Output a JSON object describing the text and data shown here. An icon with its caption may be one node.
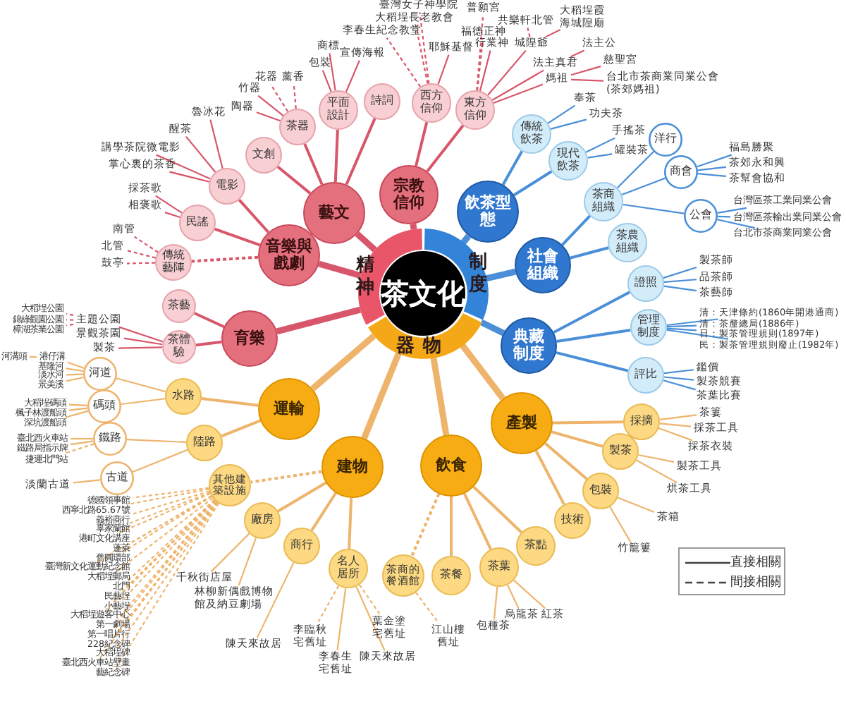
{
  "diagram": {
    "nodes": [
      {
        "text": [
          "茶文化"
        ]
      },
      {
        "text": [
          "精神"
        ]
      },
      {
        "text": [
          "制度"
        ]
      },
      {
        "text": [
          "器物"
        ]
      },
      {
        "text": [
          "藝文"
        ]
      },
      {
        "text": [
          "宗教信仰"
        ]
      },
      {
        "text": [
          "音樂與戲劇"
        ]
      },
      {
        "text": [
          "育樂"
        ]
      },
      {
        "text": [
          "文創"
        ]
      },
      {
        "text": [
          "茶器"
        ]
      },
      {
        "text": [
          "平面設計"
        ]
      },
      {
        "text": [
          "詩詞"
        ]
      },
      {
        "text": [
          "電影"
        ]
      },
      {
        "text": [
          "民謠"
        ]
      },
      {
        "text": [
          "陶器"
        ]
      },
      {
        "text": [
          "竹器"
        ]
      },
      {
        "text": [
          "花器"
        ]
      },
      {
        "text": [
          "薰香"
        ]
      },
      {
        "text": [
          "包裝"
        ]
      },
      {
        "text": [
          "商標"
        ]
      },
      {
        "text": [
          "宣傳海報"
        ]
      },
      {
        "text": [
          "魯冰花"
        ]
      },
      {
        "text": [
          "醒茶"
        ]
      },
      {
        "text": [
          "講學茶院微電影"
        ]
      },
      {
        "text": [
          "掌心裏的茶香"
        ]
      },
      {
        "text": [
          "採茶歌"
        ]
      },
      {
        "text": [
          "相褒歌"
        ]
      },
      {
        "text": [
          "傳統藝陣"
        ]
      },
      {
        "text": [
          "南管"
        ]
      },
      {
        "text": [
          "北管"
        ]
      },
      {
        "text": [
          "鼓亭"
        ]
      },
      {
        "text": [
          "西方信仰"
        ]
      },
      {
        "text": [
          "東方信仰"
        ]
      },
      {
        "text": [
          "臺灣女子神學院"
        ]
      },
      {
        "text": [
          "大稻埕長老教會"
        ]
      },
      {
        "text": [
          "李春生紀念教堂"
        ]
      },
      {
        "text": [
          "耶穌基督"
        ]
      },
      {
        "text": [
          "普願宮"
        ]
      },
      {
        "text": [
          "福德正神"
        ]
      },
      {
        "text": [
          "行業神"
        ]
      },
      {
        "text": [
          "城隍爺"
        ]
      },
      {
        "text": [
          "共樂軒北管"
        ]
      },
      {
        "text": [
          "大稻埕霞海城隍廟"
        ]
      },
      {
        "text": [
          "法主真君"
        ]
      },
      {
        "text": [
          "法主公"
        ]
      },
      {
        "text": [
          "媽祖"
        ]
      },
      {
        "text": [
          "慈聖宮"
        ]
      },
      {
        "text": [
          "台北市茶商業同業公會(茶郊媽祖)"
        ]
      },
      {
        "text": [
          "茶藝"
        ]
      },
      {
        "text": [
          "茶體驗"
        ]
      },
      {
        "text": [
          "主題公園"
        ]
      },
      {
        "text": [
          "景觀茶園"
        ]
      },
      {
        "text": [
          "製茶"
        ]
      },
      {
        "text": [
          "大稻埕公園"
        ]
      },
      {
        "text": [
          "錦綠觀園公園"
        ]
      },
      {
        "text": [
          "樟湖茶業公園"
        ]
      },
      {
        "text": [
          "飲茶型態"
        ]
      },
      {
        "text": [
          "社會組織"
        ]
      },
      {
        "text": [
          "典藏制度"
        ]
      },
      {
        "text": [
          "傳統飲茶"
        ]
      },
      {
        "text": [
          "現代飲茶"
        ]
      },
      {
        "text": [
          "奉茶"
        ]
      },
      {
        "text": [
          "功夫茶"
        ]
      },
      {
        "text": [
          "手搖茶"
        ]
      },
      {
        "text": [
          "罐裝茶"
        ]
      },
      {
        "text": [
          "茶商組織"
        ]
      },
      {
        "text": [
          "茶農組織"
        ]
      },
      {
        "text": [
          "洋行"
        ]
      },
      {
        "text": [
          "商會"
        ]
      },
      {
        "text": [
          "公會"
        ]
      },
      {
        "text": [
          "福島勝聚"
        ]
      },
      {
        "text": [
          "茶郊永和興"
        ]
      },
      {
        "text": [
          "茶幫會協和"
        ]
      },
      {
        "text": [
          "台灣區茶工業同業公會"
        ]
      },
      {
        "text": [
          "台灣區茶輸出業同業公會"
        ]
      },
      {
        "text": [
          "台北市茶商業同業公會"
        ]
      },
      {
        "text": [
          "證照"
        ]
      },
      {
        "text": [
          "管理制度"
        ]
      },
      {
        "text": [
          "評比"
        ]
      },
      {
        "text": [
          "製茶師"
        ]
      },
      {
        "text": [
          "品茶師"
        ]
      },
      {
        "text": [
          "茶藝師"
        ]
      },
      {
        "text": [
          "清：天津條約(1860年開港通商)"
        ]
      },
      {
        "text": [
          "清：茶釐總局(1886年)"
        ]
      },
      {
        "text": [
          "日：製茶管理規則(1897年)"
        ]
      },
      {
        "text": [
          "民：製茶管理規則廢止(1982年)"
        ]
      },
      {
        "text": [
          "鑑價"
        ]
      },
      {
        "text": [
          "製茶競賽"
        ]
      },
      {
        "text": [
          "茶葉比賽"
        ]
      },
      {
        "text": [
          "運輸"
        ]
      },
      {
        "text": [
          "建物"
        ]
      },
      {
        "text": [
          "飲食"
        ]
      },
      {
        "text": [
          "產製"
        ]
      },
      {
        "text": [
          "水路"
        ]
      },
      {
        "text": [
          "陸路"
        ]
      },
      {
        "text": [
          "河道"
        ]
      },
      {
        "text": [
          "碼頭"
        ]
      },
      {
        "text": [
          "港仔溝"
        ]
      },
      {
        "text": [
          "基隆河"
        ]
      },
      {
        "text": [
          "淡水河"
        ]
      },
      {
        "text": [
          "景美溪"
        ]
      },
      {
        "text": [
          "河溝頭"
        ]
      },
      {
        "text": [
          "大稻埕碼頭"
        ]
      },
      {
        "text": [
          "楓子林渡船頭"
        ]
      },
      {
        "text": [
          "深坑渡船頭"
        ]
      },
      {
        "text": [
          "鐵路"
        ]
      },
      {
        "text": [
          "古道"
        ]
      },
      {
        "text": [
          "臺北西火車站"
        ]
      },
      {
        "text": [
          "鐵路局指示牌"
        ]
      },
      {
        "text": [
          "捷運北門站"
        ]
      },
      {
        "text": [
          "淡蘭古道"
        ]
      },
      {
        "text": [
          "其他建築設施"
        ]
      },
      {
        "text": [
          "德國領事館"
        ]
      },
      {
        "text": [
          "西寧北路65.67號"
        ]
      },
      {
        "text": [
          "義裕商行"
        ]
      },
      {
        "text": [
          "辜家蘭館"
        ]
      },
      {
        "text": [
          "港町文化講座"
        ]
      },
      {
        "text": [
          "蓬萊"
        ]
      },
      {
        "text": [
          "舊圓環部"
        ]
      },
      {
        "text": [
          "臺灣新文化運動紀念館"
        ]
      },
      {
        "text": [
          "大稻埕郵局"
        ]
      },
      {
        "text": [
          "北門"
        ]
      },
      {
        "text": [
          "民藝埕"
        ]
      },
      {
        "text": [
          "小藝埕"
        ]
      },
      {
        "text": [
          "大稻埕遊客中心"
        ]
      },
      {
        "text": [
          "第一劇場"
        ]
      },
      {
        "text": [
          "第一唱片行"
        ]
      },
      {
        "text": [
          "228紀念碑"
        ]
      },
      {
        "text": [
          "大稻埕碑"
        ]
      },
      {
        "text": [
          "臺北西火車站壁畫"
        ]
      },
      {
        "text": [
          "藝紀念碑"
        ]
      },
      {
        "text": [
          "廠房"
        ]
      },
      {
        "text": [
          "商行"
        ]
      },
      {
        "text": [
          "名人居所"
        ]
      },
      {
        "text": [
          "千秋街店屋"
        ]
      },
      {
        "text": [
          "林柳新偶戲博物館及納豆劇場"
        ]
      },
      {
        "text": [
          "陳天來故居"
        ]
      },
      {
        "text": [
          "李臨秋宅舊址"
        ]
      },
      {
        "text": [
          "李春生宅舊址"
        ]
      },
      {
        "text": [
          "陳天來故居"
        ]
      },
      {
        "text": [
          "葉金塗宅舊址"
        ]
      },
      {
        "text": [
          "茶商的餐酒館"
        ]
      },
      {
        "text": [
          "茶餐"
        ]
      },
      {
        "text": [
          "茶葉"
        ]
      },
      {
        "text": [
          "茶點"
        ]
      },
      {
        "text": [
          "江山樓舊址"
        ]
      },
      {
        "text": [
          "包種茶"
        ]
      },
      {
        "text": [
          "烏龍茶"
        ]
      },
      {
        "text": [
          "紅茶"
        ]
      },
      {
        "text": [
          "採摘"
        ]
      },
      {
        "text": [
          "製茶"
        ]
      },
      {
        "text": [
          "包裝"
        ]
      },
      {
        "text": [
          "技術"
        ]
      },
      {
        "text": [
          "茶簍"
        ]
      },
      {
        "text": [
          "採茶工具"
        ]
      },
      {
        "text": [
          "採茶衣裝"
        ]
      },
      {
        "text": [
          "製茶工具"
        ]
      },
      {
        "text": [
          "烘茶工具"
        ]
      },
      {
        "text": [
          "茶箱"
        ]
      },
      {
        "text": [
          "竹籠簍"
        ]
      }
    ],
    "edges": [
      {
        "from": 1,
        "to": 4,
        "arrow": "none",
        "style": "thick",
        "color": "#d8566a"
      },
      {
        "from": 1,
        "to": 5,
        "arrow": "none",
        "style": "thick",
        "color": "#d8566a"
      },
      {
        "from": 1,
        "to": 6,
        "arrow": "none",
        "style": "thick",
        "color": "#d8566a"
      },
      {
        "from": 1,
        "to": 7,
        "arrow": "none",
        "style": "thick",
        "color": "#d8566a"
      },
      {
        "from": 2,
        "to": 56,
        "arrow": "none",
        "style": "thick",
        "color": "#4a8fd8"
      },
      {
        "from": 2,
        "to": 57,
        "arrow": "none",
        "style": "thick",
        "color": "#4a8fd8"
      },
      {
        "from": 2,
        "to": 58,
        "arrow": "none",
        "style": "thick",
        "color": "#4a8fd8"
      },
      {
        "from": 3,
        "to": 89,
        "arrow": "none",
        "style": "thick"
      },
      {
        "from": 3,
        "to": 90,
        "arrow": "none",
        "style": "thick"
      },
      {
        "from": 3,
        "to": 91,
        "arrow": "none",
        "style": "thick"
      },
      {
        "from": 3,
        "to": 92,
        "arrow": "none",
        "style": "thick"
      },
      {
        "from": 4,
        "to": 8,
        "arrow": "none",
        "color": "#d8566a"
      },
      {
        "from": 4,
        "to": 9,
        "arrow": "none",
        "color": "#d8566a"
      },
      {
        "from": 4,
        "to": 10,
        "arrow": "none",
        "color": "#d8566a"
      },
      {
        "from": 4,
        "to": 11,
        "arrow": "none",
        "color": "#d8566a"
      },
      {
        "from": 6,
        "to": 12,
        "arrow": "none",
        "color": "#d8566a"
      },
      {
        "from": 6,
        "to": 13,
        "arrow": "none",
        "color": "#d8566a"
      },
      {
        "from": 6,
        "to": 27,
        "arrow": "none",
        "style": "dashed",
        "color": "#d8566a"
      },
      {
        "from": 9,
        "to": 14,
        "arrow": "none",
        "color": "#d8566a"
      },
      {
        "from": 9,
        "to": 15,
        "arrow": "none",
        "color": "#d8566a"
      },
      {
        "from": 9,
        "to": 16,
        "arrow": "none",
        "style": "dashed",
        "color": "#d8566a"
      },
      {
        "from": 9,
        "to": 17,
        "arrow": "none",
        "style": "dashed",
        "color": "#d8566a"
      },
      {
        "from": 10,
        "to": 18,
        "arrow": "none",
        "color": "#d8566a"
      },
      {
        "from": 10,
        "to": 19,
        "arrow": "none",
        "color": "#d8566a"
      },
      {
        "from": 10,
        "to": 20,
        "arrow": "none",
        "color": "#d8566a"
      },
      {
        "from": 12,
        "to": 21,
        "arrow": "none",
        "color": "#d8566a"
      },
      {
        "from": 12,
        "to": 22,
        "arrow": "none",
        "color": "#d8566a"
      },
      {
        "from": 12,
        "to": 23,
        "arrow": "none",
        "color": "#d8566a"
      },
      {
        "from": 12,
        "to": 24,
        "arrow": "none",
        "color": "#d8566a"
      },
      {
        "from": 13,
        "to": 25,
        "arrow": "none",
        "color": "#d8566a"
      },
      {
        "from": 13,
        "to": 26,
        "arrow": "none",
        "color": "#d8566a"
      },
      {
        "from": 27,
        "to": 28,
        "arrow": "none",
        "style": "dashed",
        "color": "#d8566a"
      },
      {
        "from": 27,
        "to": 29,
        "arrow": "none",
        "style": "dashed",
        "color": "#d8566a"
      },
      {
        "from": 27,
        "to": 30,
        "arrow": "none",
        "style": "dashed",
        "color": "#d8566a"
      },
      {
        "from": 5,
        "to": 31,
        "arrow": "none",
        "color": "#d8566a"
      },
      {
        "from": 5,
        "to": 32,
        "arrow": "none",
        "color": "#d8566a"
      },
      {
        "from": 31,
        "to": 33,
        "arrow": "none",
        "style": "dashed",
        "color": "#d8566a"
      },
      {
        "from": 31,
        "to": 34,
        "arrow": "none",
        "style": "dashed",
        "color": "#d8566a"
      },
      {
        "from": 31,
        "to": 35,
        "arrow": "none",
        "style": "dashed",
        "color": "#d8566a"
      },
      {
        "from": 31,
        "to": 36,
        "arrow": "none",
        "color": "#d8566a"
      },
      {
        "from": 32,
        "to": 37,
        "arrow": "none",
        "style": "dashed",
        "color": "#d8566a"
      },
      {
        "from": 32,
        "to": 38,
        "arrow": "none",
        "style": "dashed",
        "color": "#d8566a"
      },
      {
        "from": 32,
        "to": 39,
        "arrow": "none",
        "color": "#d8566a"
      },
      {
        "from": 32,
        "to": 40,
        "arrow": "none",
        "color": "#d8566a"
      },
      {
        "from": 32,
        "to": 43,
        "arrow": "none",
        "color": "#d8566a"
      },
      {
        "from": 32,
        "to": 45,
        "arrow": "none",
        "color": "#d8566a"
      },
      {
        "from": 40,
        "to": 41,
        "arrow": "none",
        "style": "dashed",
        "color": "#d8566a"
      },
      {
        "from": 40,
        "to": 42,
        "arrow": "none",
        "color": "#d8566a"
      },
      {
        "from": 43,
        "to": 44,
        "arrow": "none",
        "color": "#d8566a"
      },
      {
        "from": 45,
        "to": 46,
        "arrow": "none",
        "color": "#d8566a"
      },
      {
        "from": 45,
        "to": 47,
        "arrow": "none",
        "color": "#d8566a"
      },
      {
        "from": 7,
        "to": 48,
        "arrow": "none",
        "color": "#d8566a"
      },
      {
        "from": 7,
        "to": 49,
        "arrow": "none",
        "color": "#d8566a"
      },
      {
        "from": 49,
        "to": 50,
        "arrow": "none",
        "color": "#d8566a"
      },
      {
        "from": 49,
        "to": 51,
        "arrow": "none",
        "color": "#d8566a"
      },
      {
        "from": 49,
        "to": 52,
        "arrow": "none",
        "color": "#d8566a"
      },
      {
        "from": 50,
        "to": 53,
        "arrow": "none",
        "style": "dashed",
        "color": "#d8566a"
      },
      {
        "from": 50,
        "to": 54,
        "arrow": "none",
        "style": "dashed",
        "color": "#d8566a"
      },
      {
        "from": 50,
        "to": 55,
        "arrow": "none",
        "style": "dashed",
        "color": "#d8566a"
      },
      {
        "from": 56,
        "to": 59,
        "arrow": "none",
        "color": "#4a8fd8"
      },
      {
        "from": 56,
        "to": 60,
        "arrow": "none",
        "color": "#4a8fd8"
      },
      {
        "from": 59,
        "to": 61,
        "arrow": "none",
        "color": "#4a8fd8"
      },
      {
        "from": 59,
        "to": 62,
        "arrow": "none",
        "color": "#4a8fd8"
      },
      {
        "from": 60,
        "to": 63,
        "arrow": "none",
        "color": "#4a8fd8"
      },
      {
        "from": 60,
        "to": 64,
        "arrow": "none",
        "color": "#4a8fd8"
      },
      {
        "from": 57,
        "to": 65,
        "arrow": "none",
        "color": "#4a8fd8"
      },
      {
        "from": 57,
        "to": 66,
        "arrow": "none",
        "color": "#4a8fd8"
      },
      {
        "from": 65,
        "to": 67,
        "arrow": "none",
        "color": "#4a8fd8"
      },
      {
        "from": 65,
        "to": 68,
        "arrow": "none",
        "color": "#4a8fd8"
      },
      {
        "from": 65,
        "to": 69,
        "arrow": "none",
        "color": "#4a8fd8"
      },
      {
        "from": 68,
        "to": 70,
        "arrow": "none",
        "color": "#4a8fd8"
      },
      {
        "from": 68,
        "to": 71,
        "arrow": "none",
        "color": "#4a8fd8"
      },
      {
        "from": 68,
        "to": 72,
        "arrow": "none",
        "color": "#4a8fd8"
      },
      {
        "from": 69,
        "to": 73,
        "arrow": "none",
        "color": "#4a8fd8"
      },
      {
        "from": 69,
        "to": 74,
        "arrow": "none",
        "color": "#4a8fd8"
      },
      {
        "from": 69,
        "to": 75,
        "arrow": "none",
        "color": "#4a8fd8"
      },
      {
        "from": 58,
        "to": 76,
        "arrow": "none",
        "color": "#4a8fd8"
      },
      {
        "from": 58,
        "to": 77,
        "arrow": "none",
        "color": "#4a8fd8"
      },
      {
        "from": 58,
        "to": 78,
        "arrow": "none",
        "color": "#4a8fd8"
      },
      {
        "from": 76,
        "to": 79,
        "arrow": "none",
        "color": "#4a8fd8"
      },
      {
        "from": 76,
        "to": 80,
        "arrow": "none",
        "color": "#4a8fd8"
      },
      {
        "from": 76,
        "to": 81,
        "arrow": "none",
        "color": "#4a8fd8"
      },
      {
        "from": 77,
        "to": 82,
        "arrow": "none",
        "color": "#4a8fd8"
      },
      {
        "from": 77,
        "to": 83,
        "arrow": "none",
        "color": "#4a8fd8"
      },
      {
        "from": 77,
        "to": 84,
        "arrow": "none",
        "color": "#4a8fd8"
      },
      {
        "from": 77,
        "to": 85,
        "arrow": "none",
        "color": "#4a8fd8"
      },
      {
        "from": 78,
        "to": 86,
        "arrow": "none",
        "color": "#4a8fd8"
      },
      {
        "from": 78,
        "to": 87,
        "arrow": "none",
        "color": "#4a8fd8"
      },
      {
        "from": 78,
        "to": 88,
        "arrow": "none",
        "color": "#4a8fd8"
      },
      {
        "from": 89,
        "to": 93,
        "arrow": "none"
      },
      {
        "from": 89,
        "to": 94,
        "arrow": "none"
      },
      {
        "from": 93,
        "to": 95,
        "arrow": "none"
      },
      {
        "from": 93,
        "to": 96,
        "arrow": "none"
      },
      {
        "from": 95,
        "to": 97,
        "arrow": "none"
      },
      {
        "from": 95,
        "to": 98,
        "arrow": "none"
      },
      {
        "from": 95,
        "to": 99,
        "arrow": "none"
      },
      {
        "from": 95,
        "to": 100,
        "arrow": "none"
      },
      {
        "from": 97,
        "to": 101,
        "arrow": "none"
      },
      {
        "from": 96,
        "to": 102,
        "arrow": "none"
      },
      {
        "from": 96,
        "to": 103,
        "arrow": "none"
      },
      {
        "from": 96,
        "to": 104,
        "arrow": "none"
      },
      {
        "from": 94,
        "to": 105,
        "arrow": "none"
      },
      {
        "from": 94,
        "to": 106,
        "arrow": "none"
      },
      {
        "from": 105,
        "to": 107,
        "arrow": "none"
      },
      {
        "from": 105,
        "to": 108,
        "arrow": "none"
      },
      {
        "from": 105,
        "to": 109,
        "arrow": "none",
        "style": "dashed"
      },
      {
        "from": 106,
        "to": 110,
        "arrow": "none"
      },
      {
        "from": 90,
        "to": 111,
        "arrow": "none",
        "style": "dashed"
      },
      {
        "from": 90,
        "to": 131,
        "arrow": "none"
      },
      {
        "from": 90,
        "to": 132,
        "arrow": "none"
      },
      {
        "from": 90,
        "to": 133,
        "arrow": "none"
      },
      {
        "from": 111,
        "to": 112,
        "arrow": "none",
        "style": "dashed"
      },
      {
        "from": 111,
        "to": 113,
        "arrow": "none",
        "style": "dashed"
      },
      {
        "from": 111,
        "to": 114,
        "arrow": "none",
        "style": "dashed"
      },
      {
        "from": 111,
        "to": 115,
        "arrow": "none",
        "style": "dashed"
      },
      {
        "from": 111,
        "to": 116,
        "arrow": "none",
        "style": "dashed"
      },
      {
        "from": 111,
        "to": 117,
        "arrow": "none",
        "style": "dashed"
      },
      {
        "from": 111,
        "to": 118,
        "arrow": "none",
        "style": "dashed"
      },
      {
        "from": 111,
        "to": 119,
        "arrow": "none",
        "style": "dashed"
      },
      {
        "from": 111,
        "to": 120,
        "arrow": "none",
        "style": "dashed"
      },
      {
        "from": 111,
        "to": 121,
        "arrow": "none",
        "style": "dashed"
      },
      {
        "from": 111,
        "to": 122,
        "arrow": "none",
        "style": "dashed"
      },
      {
        "from": 111,
        "to": 123,
        "arrow": "none",
        "style": "dashed"
      },
      {
        "from": 111,
        "to": 124,
        "arrow": "none",
        "style": "dashed"
      },
      {
        "from": 111,
        "to": 125,
        "arrow": "none",
        "style": "dashed"
      },
      {
        "from": 111,
        "to": 126,
        "arrow": "none",
        "style": "dashed"
      },
      {
        "from": 111,
        "to": 127,
        "arrow": "none",
        "style": "dashed"
      },
      {
        "from": 111,
        "to": 128,
        "arrow": "none",
        "style": "dashed"
      },
      {
        "from": 111,
        "to": 129,
        "arrow": "none",
        "style": "dashed"
      },
      {
        "from": 111,
        "to": 130,
        "arrow": "none",
        "style": "dashed"
      },
      {
        "from": 131,
        "to": 134,
        "arrow": "none"
      },
      {
        "from": 131,
        "to": 135,
        "arrow": "none"
      },
      {
        "from": 132,
        "to": 136,
        "arrow": "none"
      },
      {
        "from": 133,
        "to": 137,
        "arrow": "none",
        "style": "dashed"
      },
      {
        "from": 133,
        "to": 138,
        "arrow": "none"
      },
      {
        "from": 133,
        "to": 139,
        "arrow": "none"
      },
      {
        "from": 133,
        "to": 140,
        "arrow": "none",
        "style": "dashed"
      },
      {
        "from": 91,
        "to": 141,
        "arrow": "none",
        "style": "dashed"
      },
      {
        "from": 91,
        "to": 142,
        "arrow": "none"
      },
      {
        "from": 91,
        "to": 143,
        "arrow": "none"
      },
      {
        "from": 91,
        "to": 144,
        "arrow": "none"
      },
      {
        "from": 141,
        "to": 145,
        "arrow": "none",
        "style": "dashed"
      },
      {
        "from": 143,
        "to": 146,
        "arrow": "none"
      },
      {
        "from": 143,
        "to": 147,
        "arrow": "none"
      },
      {
        "from": 143,
        "to": 148,
        "arrow": "none"
      },
      {
        "from": 92,
        "to": 149,
        "arrow": "none"
      },
      {
        "from": 92,
        "to": 150,
        "arrow": "none"
      },
      {
        "from": 92,
        "to": 151,
        "arrow": "none"
      },
      {
        "from": 92,
        "to": 152,
        "arrow": "none"
      },
      {
        "from": 149,
        "to": 153,
        "arrow": "none"
      },
      {
        "from": 149,
        "to": 154,
        "arrow": "none"
      },
      {
        "from": 149,
        "to": 155,
        "arrow": "none"
      },
      {
        "from": 150,
        "to": 156,
        "arrow": "none"
      },
      {
        "from": 150,
        "to": 157,
        "arrow": "none"
      },
      {
        "from": 151,
        "to": 158,
        "arrow": "none"
      },
      {
        "from": 151,
        "to": 159,
        "arrow": "none"
      }
    ],
    "legend": [
      {
        "text": "直接相關"
      },
      {
        "text": "間接相關"
      }
    ]
  }
}
